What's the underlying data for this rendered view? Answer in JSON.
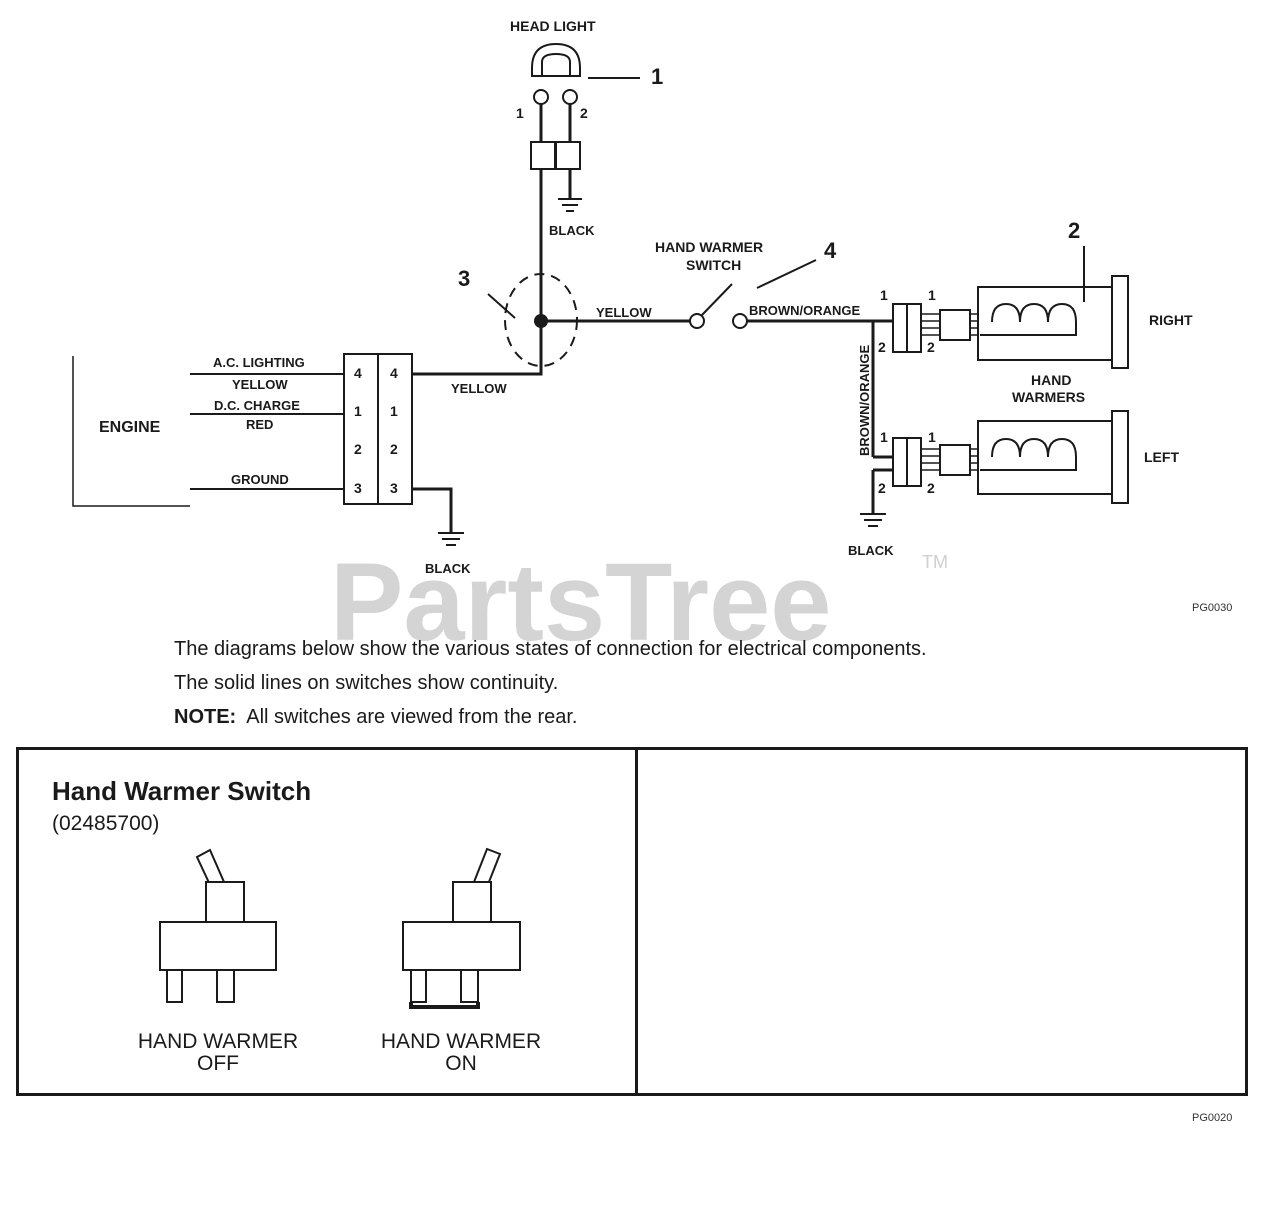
{
  "watermark": {
    "brand": "PartsTree",
    "tm": "TM"
  },
  "diagram": {
    "head_light": "HEAD LIGHT",
    "callouts": {
      "c1": "1",
      "c2": "2",
      "c3": "3",
      "c4": "4"
    },
    "head_pins": {
      "p1": "1",
      "p2": "2"
    },
    "head_ground_wire": "BLACK",
    "engine": "ENGINE",
    "ac_lighting": "A.C. LIGHTING",
    "yellow_wire": "YELLOW",
    "dc_charge": "D.C. CHARGE",
    "red_wire": "RED",
    "ground": "GROUND",
    "connector_pins": [
      "4",
      "1",
      "2",
      "3"
    ],
    "engine_ground_wire": "BLACK",
    "main_yellow": "YELLOW",
    "switch_yellow": "YELLOW",
    "hand_warmer_switch": [
      "HAND WARMER",
      "SWITCH"
    ],
    "brown_orange_h": "BROWN/ORANGE",
    "brown_orange_v": "BROWN/ORANGE",
    "warmer_pins": {
      "p1": "1",
      "p2": "2"
    },
    "right": "RIGHT",
    "left": "LEFT",
    "hand_warmers": [
      "HAND",
      "WARMERS"
    ],
    "warmer_ground_wire": "BLACK",
    "code_top": "PG0030"
  },
  "notes": {
    "line1": "The diagrams below show the various states of connection for electrical components.",
    "line2": "The solid lines on switches show continuity.",
    "note_label": "NOTE:",
    "note_text": "All switches are viewed from the rear."
  },
  "switch_panel": {
    "title": "Hand Warmer Switch",
    "part_number": "(02485700)",
    "off_caption": [
      "HAND WARMER",
      "OFF"
    ],
    "on_caption": [
      "HAND WARMER",
      "ON"
    ]
  },
  "code_bottom": "PG0020"
}
